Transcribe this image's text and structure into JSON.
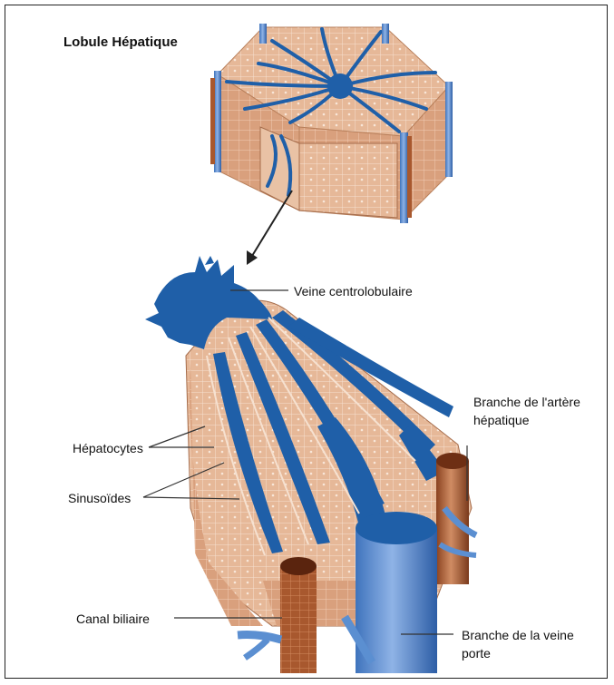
{
  "title": "Lobule Hépatique",
  "labels": {
    "central_vein": "Veine centrolobulaire",
    "hepatic_artery_line1": "Branche de l'artère",
    "hepatic_artery_line2": "hépatique",
    "hepatocytes": "Hépatocytes",
    "sinusoids": "Sinusoïdes",
    "bile_duct": "Canal biliaire",
    "portal_vein_line1": "Branche de la veine",
    "portal_vein_line2": "porte"
  },
  "colors": {
    "vessel_blue": "#1f5fa8",
    "vessel_light": "#5b8fd1",
    "tissue": "#e2b08f",
    "tissue_dark": "#c98f6a",
    "cell_light": "#f3d6c0",
    "bile_brown": "#a8582e"
  }
}
